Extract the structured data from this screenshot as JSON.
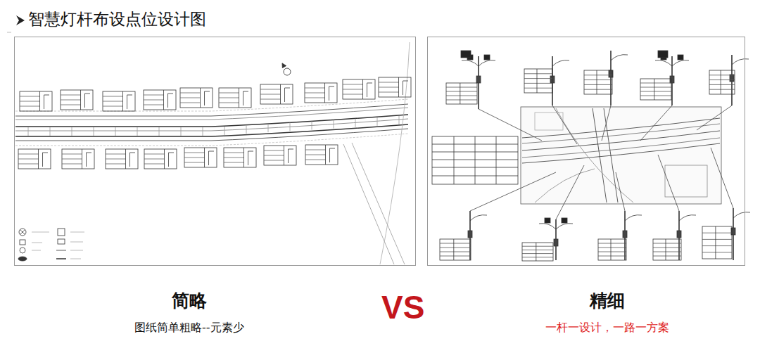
{
  "diagram": {
    "title": "智慧灯杆布设点位设计图",
    "nodes": [
      {
        "text": [
          "简略",
          "图纸简单粗略--元素少"
        ]
      },
      {
        "text": [
          "精细",
          "一杆一设计，一路一方案"
        ]
      }
    ],
    "labels": [
      "VS"
    ]
  }
}
